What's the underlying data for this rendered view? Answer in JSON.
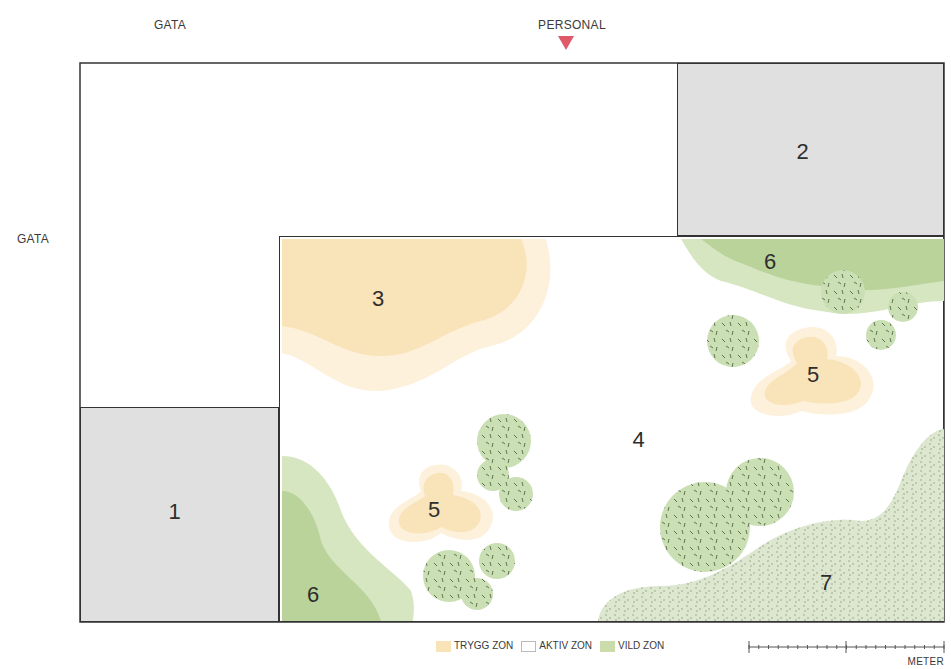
{
  "diagram": {
    "nodes": [
      {
        "text": [
          "2"
        ]
      },
      {
        "text": [
          "4"
        ]
      },
      {
        "text": [
          "3"
        ],
        "in": 1
      },
      {
        "text": [
          "6"
        ],
        "in": 1
      },
      {
        "text": [
          "5"
        ],
        "in": 1
      },
      {
        "text": [
          "1"
        ]
      },
      {
        "text": [
          "5"
        ],
        "in": 1
      },
      {
        "text": [
          "6"
        ],
        "in": 1
      },
      {
        "text": [
          "7"
        ],
        "in": 1
      }
    ],
    "labels": [
      "GATA",
      "PERSONAL",
      "GATA",
      "METER"
    ],
    "legend": [
      {
        "text": "TRYGG ZON",
        "color": "#f9e3b9"
      },
      {
        "text": "AKTIV ZON",
        "color": "#ffffff"
      },
      {
        "text": "VILD ZON",
        "color": "#c9dcaa"
      }
    ]
  }
}
